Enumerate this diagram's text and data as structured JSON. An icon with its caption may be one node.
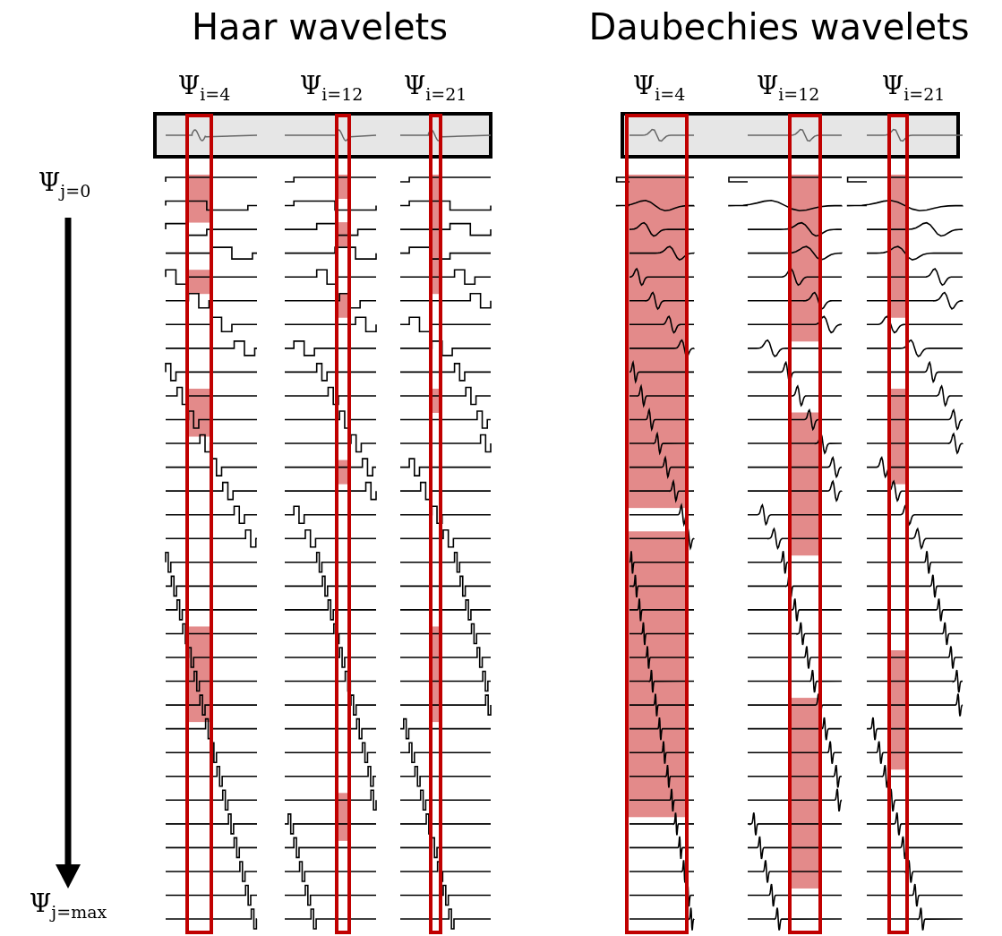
{
  "diagram": {
    "labels": [
      "Haar wavelets",
      "Daubechies wavelets",
      "Ψ$_{i=4}$",
      "Ψ$_{i=12}$",
      "Ψ$_{i=21}$",
      "Ψ$_{i=4}$",
      "Ψ$_{i=12}$",
      "Ψ$_{i=21}$",
      "Ψ$_{j=0}$",
      "Ψ$_{j=max}$"
    ]
  }
}
